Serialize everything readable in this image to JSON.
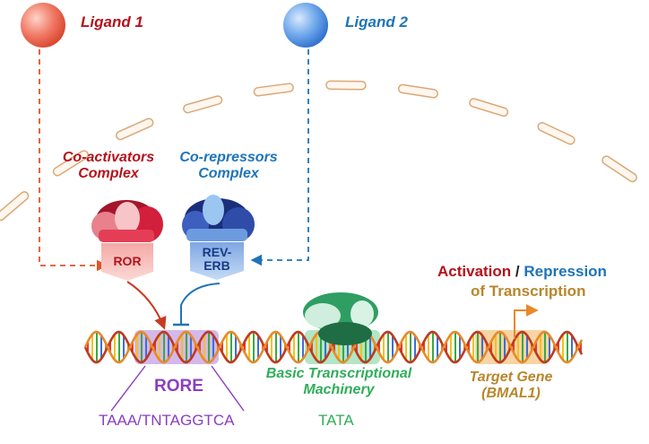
{
  "ligands": {
    "ligand1": {
      "label": "Ligand 1"
    },
    "ligand2": {
      "label": "Ligand 2"
    }
  },
  "complexes": {
    "coactivators": {
      "line1": "Co-activators",
      "line2": "Complex"
    },
    "corepressors": {
      "line1": "Co-repressors",
      "line2": "Complex"
    }
  },
  "receptors": {
    "ror": {
      "label": "ROR"
    },
    "reverb": {
      "line1": "REV-",
      "line2": "ERB"
    }
  },
  "transcription": {
    "activation": "Activation",
    "slash": " / ",
    "repression": "Repression",
    "of_transcription": "of Transcription"
  },
  "elements": {
    "rore": {
      "label": "RORE",
      "sequence": "TAAA/TNTAGGTCA"
    },
    "machinery": {
      "line1": "Basic Transcriptional",
      "line2": "Machinery",
      "sequence": "TATA"
    },
    "target_gene": {
      "line1": "Target Gene",
      "line2": "(BMAL1)"
    }
  },
  "colors": {
    "activator_red": "#b5121b",
    "repressor_blue": "#1f74b8",
    "rore_purple": "#8a3ec2",
    "machinery_green": "#2fae5a",
    "target_gold": "#b8862b",
    "arrow_orange": "#e0542a",
    "membrane": "#d9a878"
  }
}
